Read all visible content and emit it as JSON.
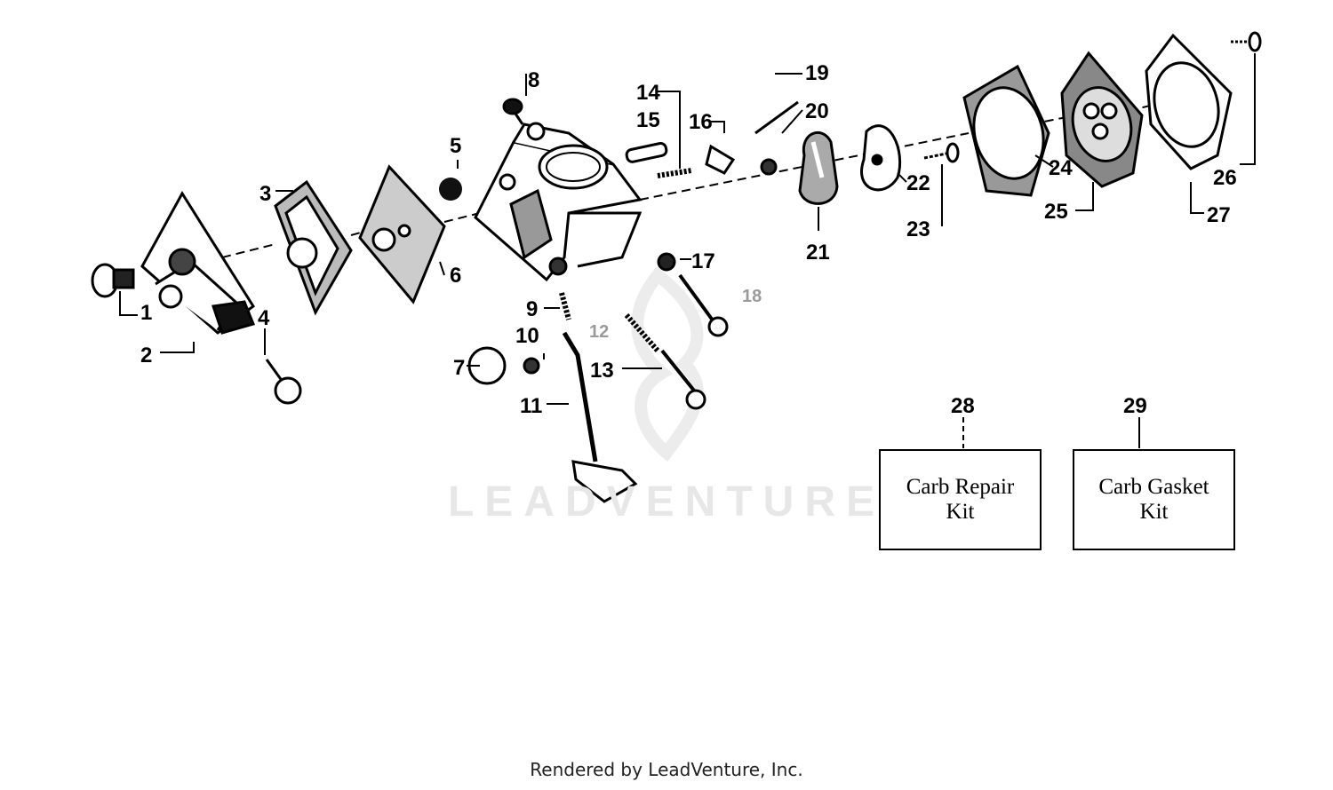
{
  "callouts": [
    "1",
    "2",
    "3",
    "4",
    "5",
    "6",
    "7",
    "8",
    "9",
    "10",
    "11",
    "12",
    "13",
    "14",
    "15",
    "16",
    "17",
    "18",
    "19",
    "20",
    "21",
    "22",
    "23",
    "24",
    "25",
    "26",
    "27"
  ],
  "kits": [
    {
      "number": "28",
      "line1": "Carb  Repair",
      "line2": "Kit"
    },
    {
      "number": "29",
      "line1": "Carb  Gasket",
      "line2": "Kit"
    }
  ],
  "watermark": "LEADVENTURE",
  "footer": "Rendered by LeadVenture, Inc."
}
